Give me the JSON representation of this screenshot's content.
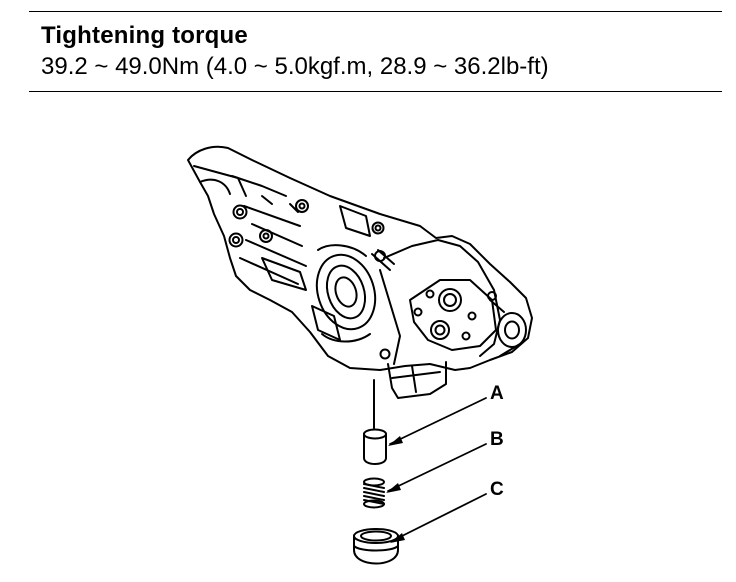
{
  "spec": {
    "title": "Tightening torque",
    "value": "39.2 ~ 49.0Nm (4.0 ~ 5.0kgf.m, 28.9 ~ 36.2lb-ft)"
  },
  "callouts": {
    "a": "A",
    "b": "B",
    "c": "C"
  }
}
